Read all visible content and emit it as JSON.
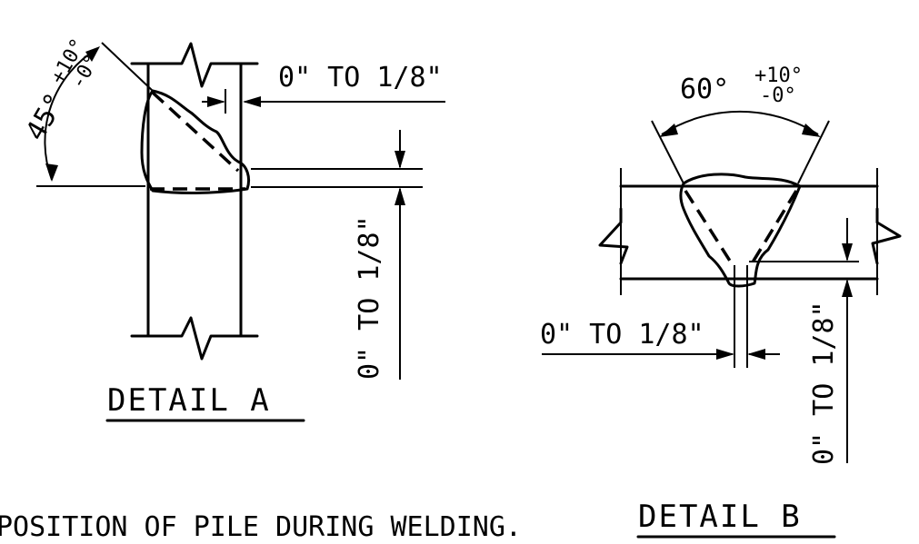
{
  "detail_a": {
    "title": "DETAIL A",
    "angle_main": "45°",
    "angle_plus": "+10°",
    "angle_minus": "-0°",
    "gap_horizontal": "0\" TO 1/8\"",
    "gap_vertical": "0\" TO 1/8\""
  },
  "detail_b": {
    "title": "DETAIL B",
    "angle_main": "60°",
    "angle_plus": "+10°",
    "angle_minus": "-0°",
    "gap_horizontal": "0\" TO 1/8\"",
    "gap_vertical": "0\" TO 1/8\""
  },
  "note": "POSITION OF PILE DURING WELDING."
}
